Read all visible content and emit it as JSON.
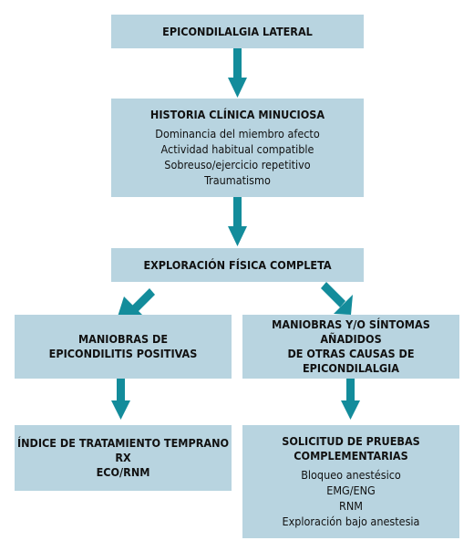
{
  "accent_color": "#138c9b",
  "box_color": "#b8d4e0",
  "boxes": {
    "epicondilalgia": {
      "title": "EPICONDILALGIA LATERAL"
    },
    "historia": {
      "title": "HISTORIA CLÍNICA MINUCIOSA",
      "items": [
        "Dominancia del miembro afecto",
        "Actividad habitual compatible",
        "Sobreuso/ejercicio repetitivo",
        "Traumatismo"
      ]
    },
    "exploracion": {
      "title": "EXPLORACIÓN FÍSICA COMPLETA"
    },
    "maniobras": {
      "title_lines": [
        "MANIOBRAS DE",
        "EPICONDILITIS POSITIVAS"
      ]
    },
    "otras": {
      "title_lines": [
        "MANIOBRAS Y/O SÍNTOMAS AÑADIDOS",
        "DE OTRAS CAUSAS DE EPICONDILALGIA"
      ]
    },
    "indice": {
      "title_lines": [
        "ÍNDICE DE TRATAMIENTO TEMPRANO",
        "RX",
        "ECO/RNM"
      ]
    },
    "solicitud": {
      "title_lines": [
        "SOLICITUD DE PRUEBAS",
        "COMPLEMENTARIAS"
      ],
      "items": [
        "Bloqueo anestésico",
        "EMG/ENG",
        "RNM",
        "Exploración bajo anestesia"
      ]
    }
  }
}
